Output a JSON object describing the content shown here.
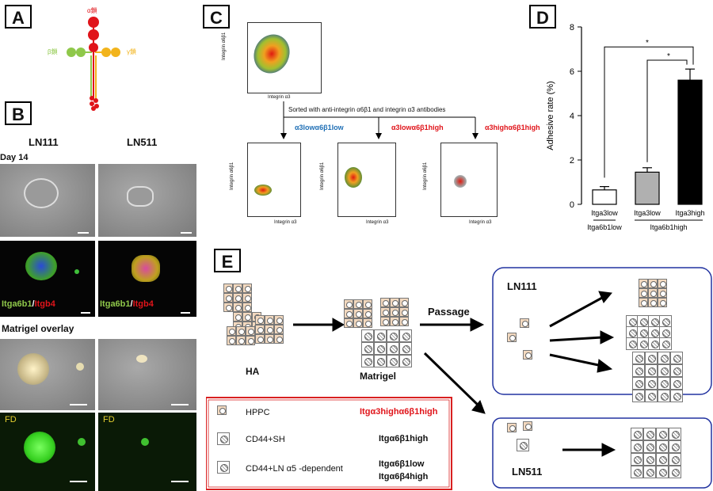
{
  "panels": {
    "a": "A",
    "b": "B",
    "c": "C",
    "d": "D",
    "e": "E"
  },
  "panelA": {
    "alpha": "α鎖",
    "beta": "β鎖",
    "gamma": "γ鎖"
  },
  "panelB": {
    "col1": "LN111",
    "col2": "LN511",
    "day": "Day 14",
    "stain1_green": "Itga6b1",
    "stain1_sep": "/",
    "stain1_red": "Itgb4",
    "stain2_green": "Itga6b1",
    "stain2_sep": "/",
    "stain2_red": "Itgb4",
    "matrigel": "Matrigel overlay",
    "fd1": "FD",
    "fd2": "FD"
  },
  "panelC": {
    "top_ylabel": "Integrin α6β1",
    "top_xlabel": "Integrin α3",
    "sort_text": "Sorted with anti-integrin α6β1 and integrin α3 antibodies",
    "pop1": "α3lowα6β1low",
    "pop2": "α3lowα6β1high",
    "pop3": "α3highα6β1high",
    "sub_ylabel": "Integrin α6β1",
    "sub_xlabel": "Integrin α3"
  },
  "chart_data": {
    "type": "bar",
    "categories": [
      "Itga3low",
      "Itga3low",
      "Itga3high"
    ],
    "values": [
      0.65,
      1.45,
      5.6
    ],
    "errors": [
      0.15,
      0.2,
      0.5
    ],
    "colors": [
      "#ffffff",
      "#b0b0b0",
      "#000000"
    ],
    "ylabel": "Adhesive rate (%)",
    "ylim": [
      0,
      8
    ],
    "yticks": [
      0,
      2,
      4,
      6,
      8
    ],
    "group_labels": [
      "Itga6b1low",
      "Itga6b1high"
    ],
    "significance": "*"
  },
  "panelE": {
    "ha": "HA",
    "matrigel": "Matrigel",
    "passage": "Passage",
    "ln111": "LN111",
    "ln511": "LN511",
    "legend": [
      {
        "name": "HPPC",
        "marker": "Itgα3highα6β1high"
      },
      {
        "name": "CD44+SH",
        "marker": "Itgα6β1high"
      },
      {
        "name": "CD44+LN α5 -dependent",
        "marker": "Itgα6β1low",
        "marker2": "Itgα6β4high"
      }
    ]
  },
  "colors": {
    "red": "#e0141a",
    "green": "#8fc84a",
    "yellow": "#f2b41c",
    "blue": "#1f6fb5",
    "frame": "#2233a0",
    "legendframe": "#d92020"
  }
}
